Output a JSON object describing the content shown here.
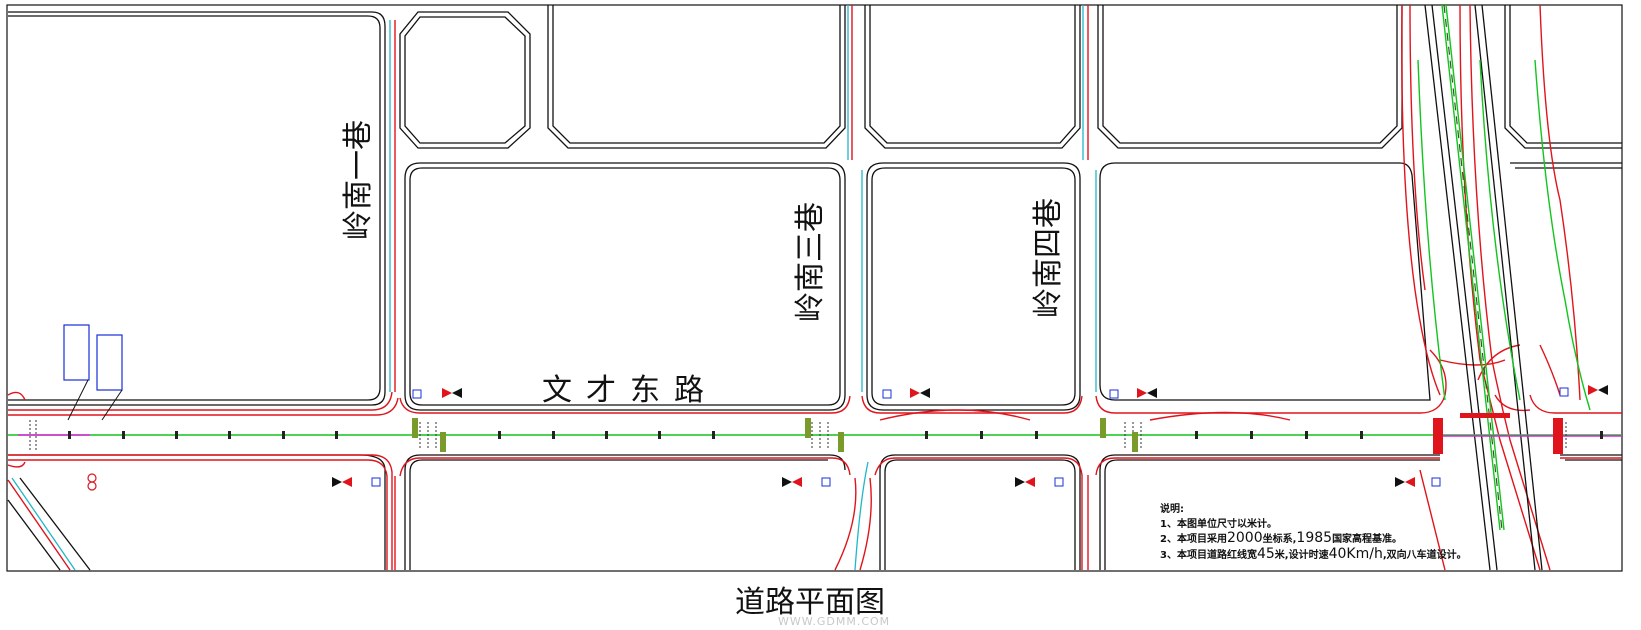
{
  "streets": {
    "lane_1": "岭南一巷",
    "lane_3": "岭南三巷",
    "lane_4": "岭南四巷",
    "main_road": "文才东路"
  },
  "notes": {
    "heading": "说明:",
    "line1": "1、本图单位尺寸以米计。",
    "line2_a": "2、本项目采用",
    "line2_b": "2000",
    "line2_c": "坐标系,",
    "line2_d": "1985",
    "line2_e": "国家高程基准。",
    "line3_a": "3、本项目道路红线宽",
    "line3_b": "45",
    "line3_c": "米,设计时速",
    "line3_d": "40Km/h",
    "line3_e": ",双向八车道设计。"
  },
  "caption": "道路平面图",
  "watermark": "WWW.GDMM.COM",
  "colors": {
    "road_edge": "#e0141c",
    "center_line": "#12c41e",
    "cyan_line": "#1fb7c9",
    "block": "#111111",
    "magenta": "#e020e0",
    "blue": "#1830d8"
  }
}
